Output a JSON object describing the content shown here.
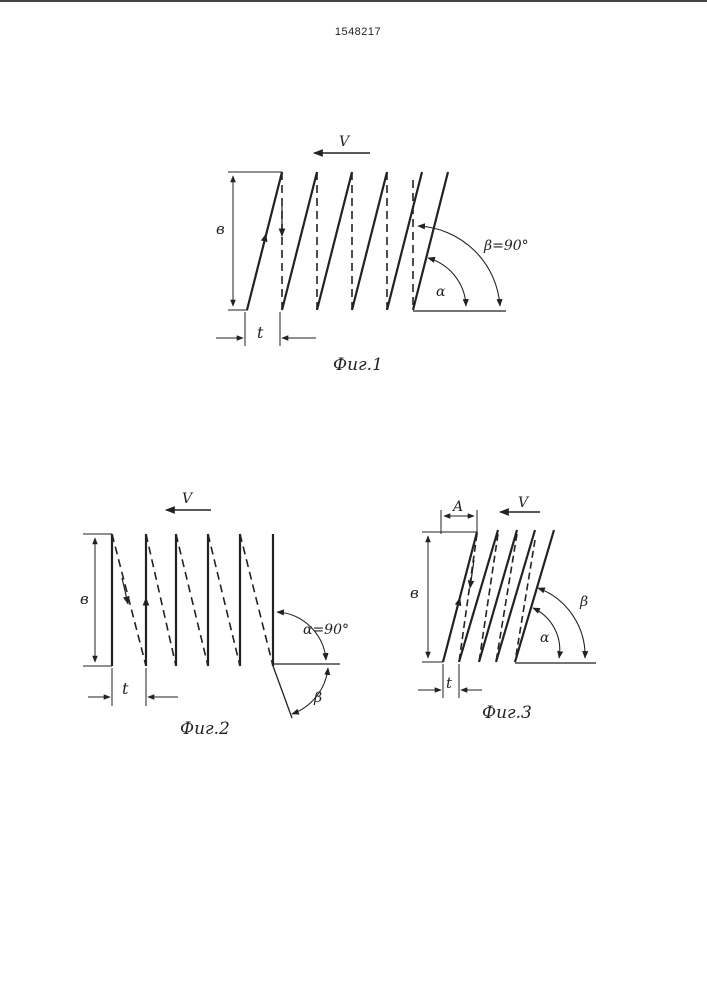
{
  "header": {
    "patent_number": "1548217"
  },
  "fig1": {
    "caption": "Фиг.1",
    "label_velocity": "V",
    "label_width": "в",
    "label_pitch": "t",
    "label_alpha": "α",
    "label_beta": "β=90°"
  },
  "fig2": {
    "caption": "Фиг.2",
    "label_velocity": "V",
    "label_width": "в",
    "label_pitch": "t",
    "label_alpha": "α=90°",
    "label_beta": "β"
  },
  "fig3": {
    "caption": "Фиг.3",
    "label_velocity": "V",
    "label_width": "в",
    "label_pitch": "t",
    "label_offset": "A",
    "label_alpha": "α",
    "label_beta": "β"
  },
  "colors": {
    "ink": "#222222",
    "paper": "#ffffff"
  }
}
